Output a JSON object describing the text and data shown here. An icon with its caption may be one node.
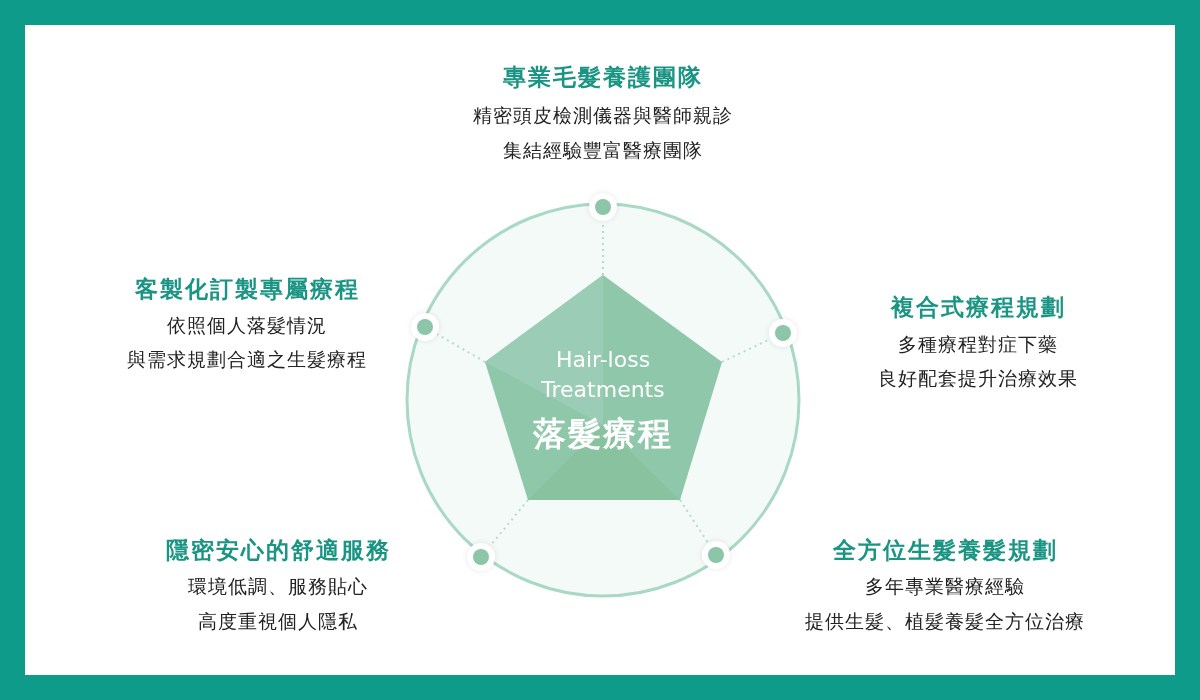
{
  "diagram": {
    "nodes": [
      {
        "text": [
          "Hair-loss Treatments",
          "落髮療程"
        ]
      },
      {
        "text": [],
        "shape": "circle",
        "beside": [
          "專業毛髮養護團隊",
          "精密頭皮檢測儀器與醫師親診",
          "集結經驗豐富醫療團隊"
        ]
      },
      {
        "text": [],
        "shape": "circle",
        "beside": [
          "客製化訂製專屬療程",
          "依照個人落髮情況",
          "與需求規劃合適之生髮療程"
        ]
      },
      {
        "text": [],
        "shape": "circle",
        "beside": [
          "複合式療程規劃",
          "多種療程對症下藥",
          "良好配套提升治療效果"
        ]
      },
      {
        "text": [],
        "shape": "circle",
        "beside": [
          "隱密安心的舒適服務",
          "環境低調、服務貼心",
          "高度重視個人隱私"
        ]
      },
      {
        "text": [],
        "shape": "circle",
        "beside": [
          "全方位生髮養髮規劃",
          "多年專業醫療經驗",
          "提供生髮、植髮養髮全方位治療"
        ]
      }
    ],
    "edges": [
      {
        "from": 0,
        "to": 1,
        "arrow": "none",
        "style": "dashed"
      },
      {
        "from": 0,
        "to": 2,
        "arrow": "none",
        "style": "dashed"
      },
      {
        "from": 0,
        "to": 3,
        "arrow": "none",
        "style": "dashed"
      },
      {
        "from": 0,
        "to": 4,
        "arrow": "none",
        "style": "dashed"
      },
      {
        "from": 0,
        "to": 5,
        "arrow": "none",
        "style": "dashed"
      }
    ]
  }
}
